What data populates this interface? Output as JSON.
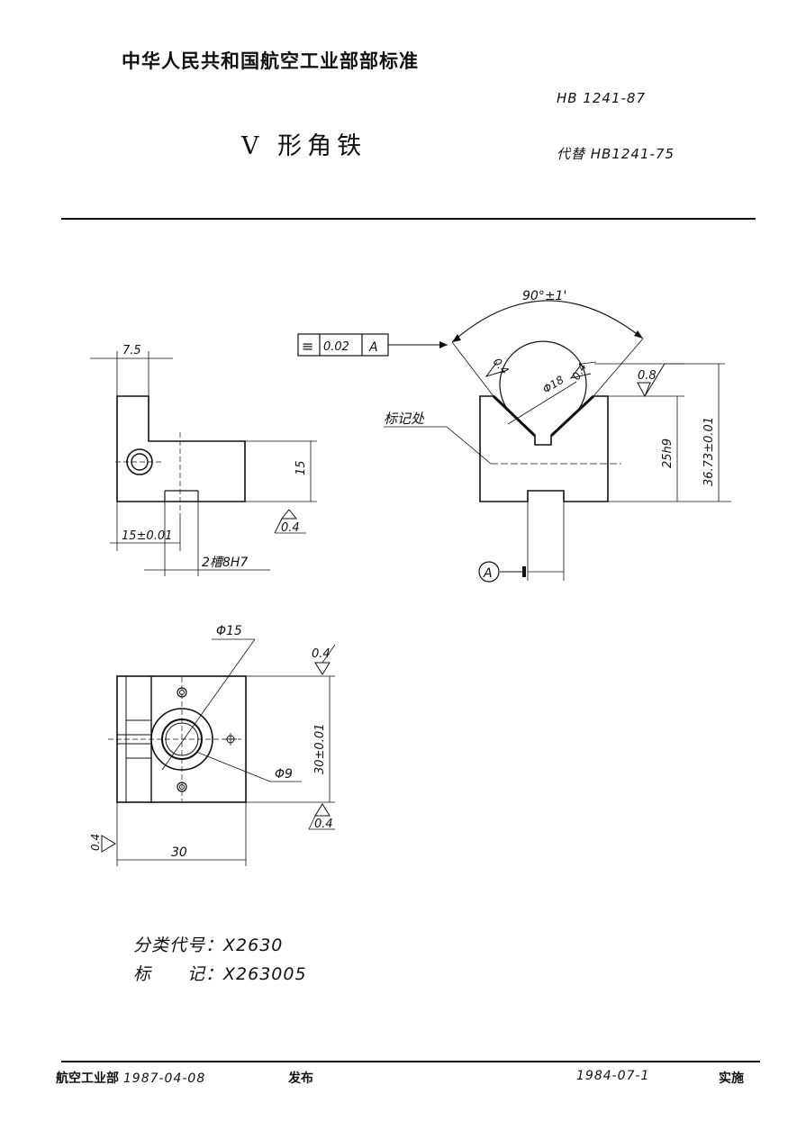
{
  "header": {
    "organization": "中华人民共和国航空工业部部标准",
    "standard_number": "HB 1241-87",
    "title": "V 形角铁",
    "replaces": "代替 HB1241-75"
  },
  "drawing": {
    "front_view": {
      "dim_width_top": "7.5",
      "dim_height": "15",
      "dim_offset": "15±0.01",
      "slot_note": "2槽8H7",
      "roughness": "0.4"
    },
    "side_view": {
      "angle": "90°±1'",
      "tolerance_symbol": "≡",
      "tolerance_value": "0.02",
      "datum_ref": "A",
      "roughness_left": "0.4",
      "circle_dia": "Φ18",
      "roughness_right": "0.4",
      "roughness_edge": "0.8",
      "dim_inner": "25h9",
      "dim_outer": "36.73±0.01",
      "mark_note": "标记处",
      "datum_label": "A"
    },
    "top_view": {
      "dia_large": "Φ15",
      "dia_small": "Φ9",
      "roughness_top": "0.4",
      "roughness_bottom": "0.4",
      "roughness_left": "0.4",
      "dim_height": "30±0.01",
      "dim_width": "30"
    }
  },
  "codes": {
    "classification": "分类代号：X2630",
    "marking": "标　　记：X263005"
  },
  "footer": {
    "issuer": "航空工业部",
    "issue_date": "1987-04-08",
    "issued": "发布",
    "effective_date": "1984-07-1",
    "implemented": "实施"
  }
}
